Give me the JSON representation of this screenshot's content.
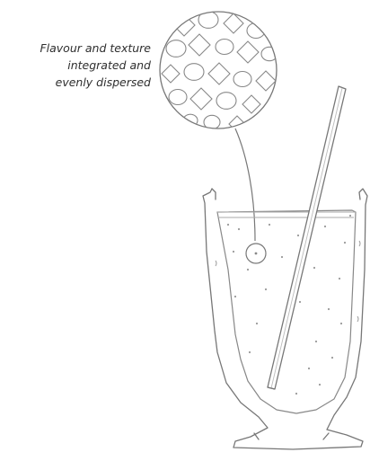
{
  "diagram": {
    "callout_lines": [
      "Flavour and texture",
      "integrated and",
      "evenly dispersed"
    ],
    "colors": {
      "stroke": "#777777",
      "stroke_light": "#aaaaaa",
      "text": "#2e2e2e",
      "dots": "#999999"
    }
  }
}
